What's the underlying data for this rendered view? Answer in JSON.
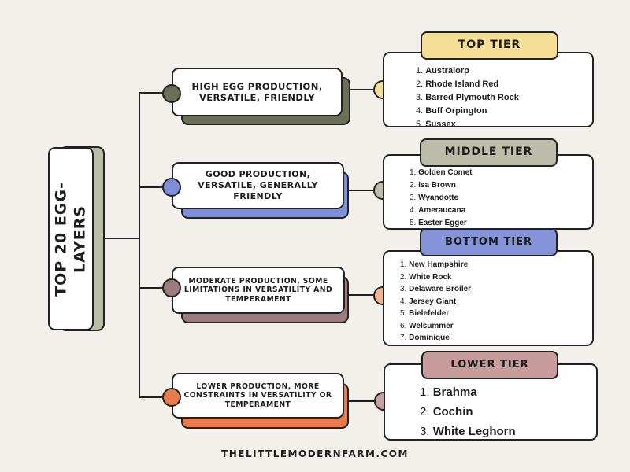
{
  "title": "Top 20 Egg-Layers",
  "footer": "THELITTLEMODERNFARM.COM",
  "colors": {
    "background": "#f3f0eb",
    "olive": "#6b6f55",
    "blue": "#7f8ed8",
    "mauve": "#9e7b7c",
    "orange": "#e97a4c",
    "top_tag": "#f5df97",
    "middle_tag": "#bbbda8",
    "bottom_tag": "#8594d8",
    "lower_tag": "#c99c9c",
    "dot_top": "#f5df97",
    "dot_middle": "#bbbda8",
    "dot_bottom": "#f2b38b",
    "dot_lower": "#c9a0a0"
  },
  "branches": [
    {
      "description": "High egg production, versatile, friendly",
      "tier": "TOP TIER",
      "breeds": [
        "Australorp",
        "Rhode Island Red",
        "Barred Plymouth Rock",
        "Buff Orpington",
        "Sussex"
      ]
    },
    {
      "description": "Good production, versatile, generally friendly",
      "tier": "MIDDLE TIER",
      "breeds": [
        "Golden Comet",
        "Isa Brown",
        "Wyandotte",
        "Ameraucana",
        "Easter Egger"
      ]
    },
    {
      "description": "Moderate production, some limitations in versatility and temperament",
      "tier": "BOTTOM TIER",
      "breeds": [
        "New Hampshire",
        "White Rock",
        "Delaware Broiler",
        "Jersey Giant",
        "Bielefelder",
        "Welsummer",
        "Dominique"
      ]
    },
    {
      "description": "Lower production, more constraints in versatility or temperament",
      "tier": "LOWER TIER",
      "breeds": [
        "Brahma",
        "Cochin",
        "White Leghorn"
      ]
    }
  ]
}
